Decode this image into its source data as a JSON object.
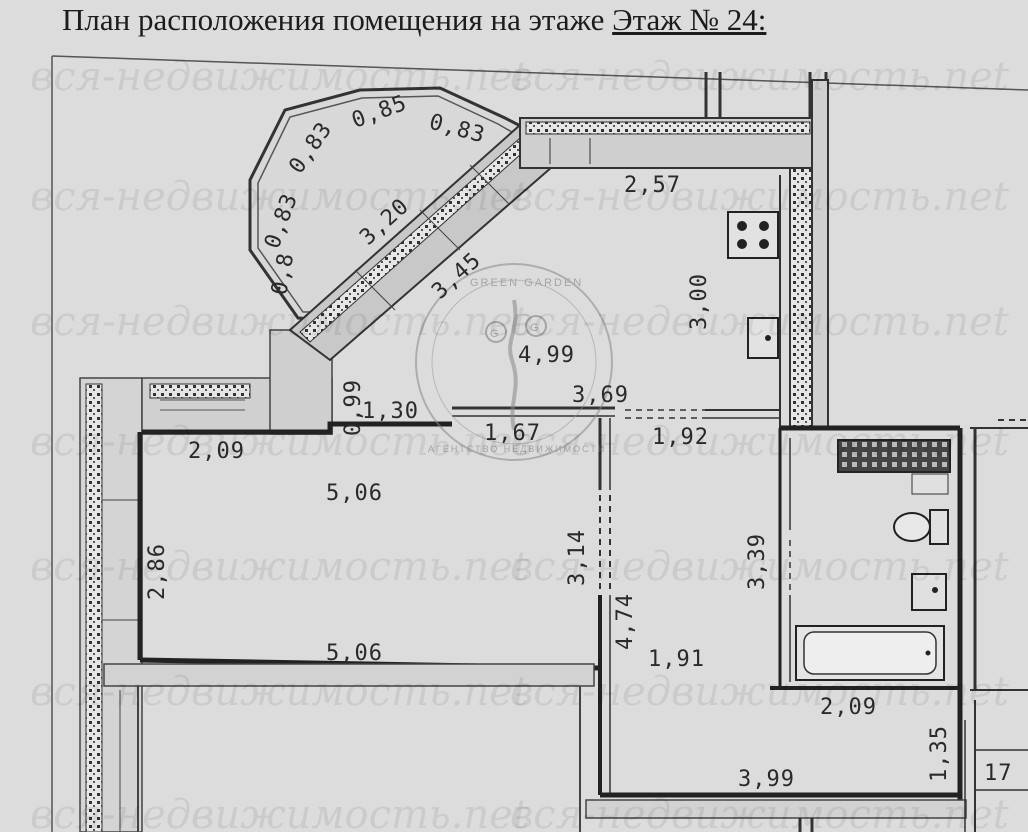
{
  "title": {
    "text": "План расположения помещения на этаже",
    "floor": "Этаж № 24:"
  },
  "watermark": {
    "text": "вся-недвижимость.net",
    "logo_top": "GREEN GARDEN",
    "logo_bottom": "АГЕНТСТВО НЕДВИЖИМОСТИ",
    "logo_mark": "G"
  },
  "dimensions": {
    "bay_a": "0,83",
    "bay_b": "0,85",
    "bay_c": "0,83",
    "bay_d": "0,83",
    "bay_e": "0,8",
    "balcony_inner": "3,20",
    "balcony_outer": "3,45",
    "kitchen_top": "2,57",
    "kitchen_height": "3,00",
    "kitchen_area": "4,99",
    "step_v": "0,99",
    "step_h": "1,30",
    "kitchen_bottom": "3,69",
    "wall_seg": "1,67",
    "hall_seg": "1,92",
    "room_top": "2,09",
    "room_width": "5,06",
    "room_side": "2,86",
    "room_bottom": "5,06",
    "door_h": "3,14",
    "corridor_v": "4,74",
    "corridor_area": "1,91",
    "bath_v": "3,39",
    "bath_bottom": "2,09",
    "hall_bottom": "3,99",
    "right_v": "1,35",
    "right_edge": "17"
  },
  "colors": {
    "paper": "#dcdcdc",
    "wall": "#222222",
    "fill_light": "#cfcfcf"
  }
}
